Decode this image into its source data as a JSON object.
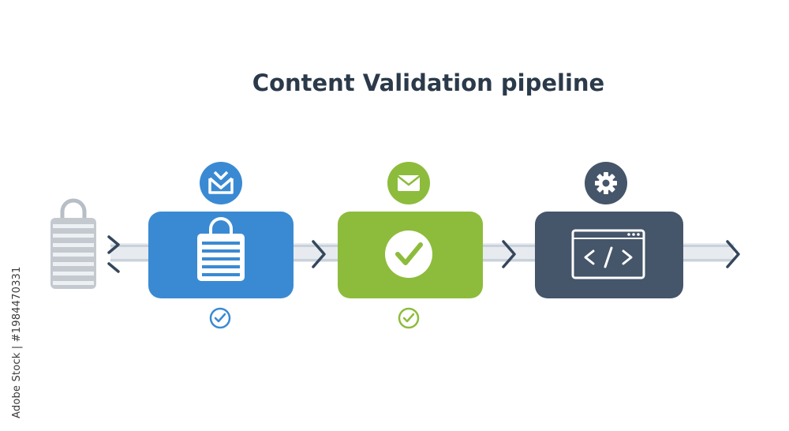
{
  "diagram": {
    "title": "Content Validation pipeline",
    "side_credit": "Adobe Stock | #1984470331",
    "stages": [
      {
        "name": "source",
        "icon": "lock-icon",
        "color": "#bfc5cb"
      },
      {
        "name": "stage-1",
        "icon": "shopping-bag-icon",
        "badge_icon": "inbox-download-icon",
        "status_icon": "check-circle-icon",
        "color": "#3a8ad3"
      },
      {
        "name": "stage-2",
        "icon": "check-badge-icon",
        "badge_icon": "envelope-icon",
        "status_icon": "check-circle-icon",
        "color": "#8dbc3c"
      },
      {
        "name": "stage-3",
        "icon": "code-window-icon",
        "badge_icon": "gear-icon",
        "color": "#45556a"
      }
    ],
    "colors": {
      "blue": "#3a8ad3",
      "green": "#8dbc3c",
      "slate": "#45556a",
      "track": "#dde3ea",
      "arrow": "#34475c"
    }
  }
}
